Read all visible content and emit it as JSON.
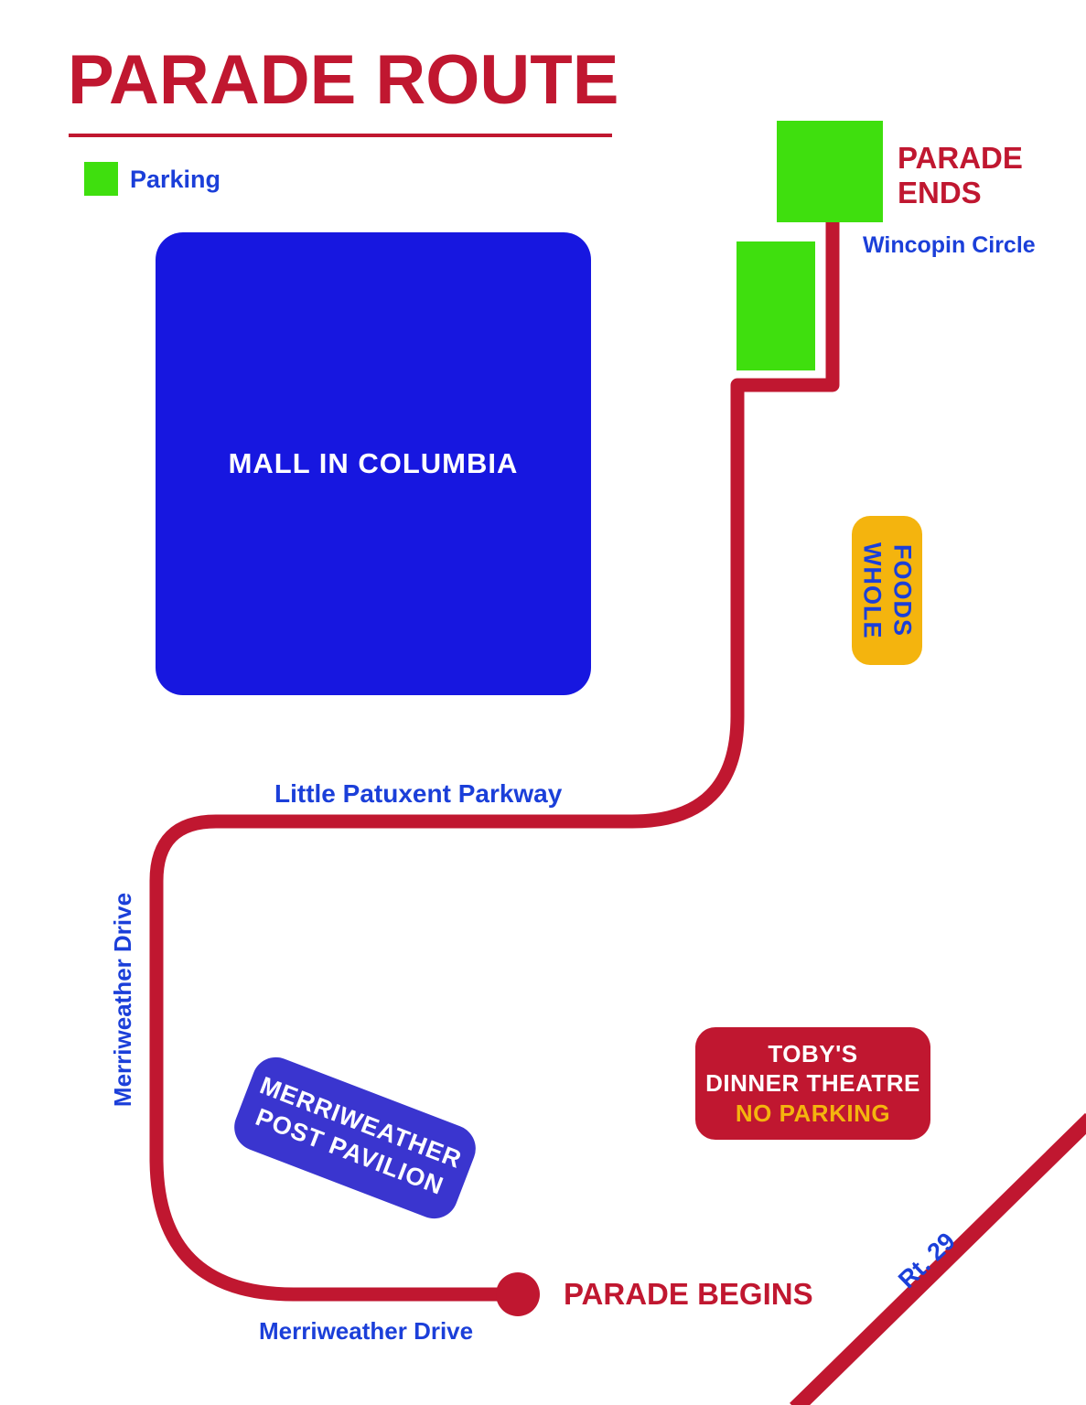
{
  "title": "PARADE ROUTE",
  "legend": {
    "parking": "Parking"
  },
  "colors": {
    "red": "#c01730",
    "blue": "#1b3fd9",
    "mall": "#1717e0",
    "pavilion": "#3a35cf",
    "green": "#3fdf0e",
    "yellow": "#f4b40e"
  },
  "places": {
    "mall": "MALL IN COLUMBIA",
    "whole_foods": [
      "WHOLE",
      "FOODS"
    ],
    "pavilion": [
      "MERRIWEATHER",
      "POST PAVILION"
    ],
    "tobys": {
      "line1": "TOBY'S",
      "line2": "DINNER THEATRE",
      "line3": "NO PARKING"
    }
  },
  "streets": {
    "wincopin": "Wincopin Circle",
    "little_patuxent": "Little Patuxent Parkway",
    "merriweather_vertical": "Merriweather Drive",
    "merriweather_bottom": "Merriweather Drive",
    "rt29": "Rt. 29"
  },
  "route": {
    "ends": "PARADE ENDS",
    "begins": "PARADE BEGINS"
  }
}
